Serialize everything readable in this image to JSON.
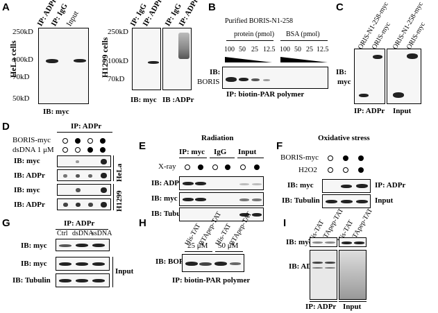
{
  "panels": [
    "A",
    "B",
    "C",
    "D",
    "E",
    "F",
    "G",
    "H",
    "I"
  ],
  "A": {
    "left_lanes": [
      "IP: ADPr",
      "IP: IgG",
      "Input"
    ],
    "left_cells": "HeLa cells",
    "markers_left": [
      "250kD",
      "100kD",
      "70kD",
      "50kD"
    ],
    "left_ib": "IB: myc",
    "mid_lanes": [
      "IP: IgG",
      "IP: ADPr"
    ],
    "right_lanes": [
      "IP: IgG",
      "IP: ADPr"
    ],
    "right_cells": "H1299 cells",
    "markers_right": [
      "250kD",
      "100kD",
      "70kD"
    ],
    "mid_ib": "IB: myc",
    "right_ib": "IB :ADPr"
  },
  "B": {
    "title": "Purified BORIS-N1-258",
    "protein_label": "protein (pmol)",
    "bsa_label": "BSA (pmol)",
    "protein_amounts": [
      "100",
      "50",
      "25",
      "12.5"
    ],
    "bsa_amounts": [
      "100",
      "50",
      "25",
      "12.5"
    ],
    "ib": "IB:",
    "ib_target": "BORIS",
    "ip": "IP: biotin-PAR polymer"
  },
  "C": {
    "lanes": [
      "BORIS-N1-258-myc",
      "BORIS-myc",
      "BORIS-N1-258-myc",
      "BORIS-myc"
    ],
    "ib": "IB:",
    "ib_target": "myc",
    "ip": "IP: ADPr",
    "input": "Input"
  },
  "D": {
    "ip": "IP: ADPr",
    "row1": "BORIS-myc",
    "row2": "dsDNA 1 μM",
    "rows": [
      "IB: myc",
      "IB: ADPr",
      "IB: myc",
      "IB: ADPr"
    ],
    "cell1": "HeLa",
    "cell2": "H1299"
  },
  "E": {
    "title": "Radiation",
    "groups": [
      "IP: myc",
      "IgG",
      "Input"
    ],
    "xray": "X-ray",
    "rows": [
      "IB: ADPr",
      "IB: myc",
      "IB: Tubulin"
    ]
  },
  "F": {
    "title": "Oxidative stress",
    "row1": "BORIS-myc",
    "row2": "H2O2",
    "rows": [
      "IB: myc",
      "IB: Tubulin"
    ],
    "right1": "IP: ADPr",
    "right2": "Input"
  },
  "G": {
    "ip": "IP: ADPr",
    "lanes": [
      "Ctrl",
      "dsDNA",
      "ssDNA"
    ],
    "rows": [
      "IB: myc",
      "IB: myc",
      "IB: Tubulin"
    ],
    "input": "Input"
  },
  "H": {
    "lanes": [
      "His-TAT",
      "BTApep-TAT",
      "His-TAT",
      "BTApep-TAT"
    ],
    "conc1": "25 μM",
    "conc2": "50 μM",
    "ib": "IB: BORIS",
    "ip": "IP: biotin-PAR polymer"
  },
  "I": {
    "lanes": [
      "His-TAT",
      "BTApep-TAT",
      "His-TAT",
      "BTApep-TAT"
    ],
    "rows": [
      "IB: myc",
      "IB: ADPr"
    ],
    "ip": "IP: ADPr",
    "input": "Input"
  }
}
